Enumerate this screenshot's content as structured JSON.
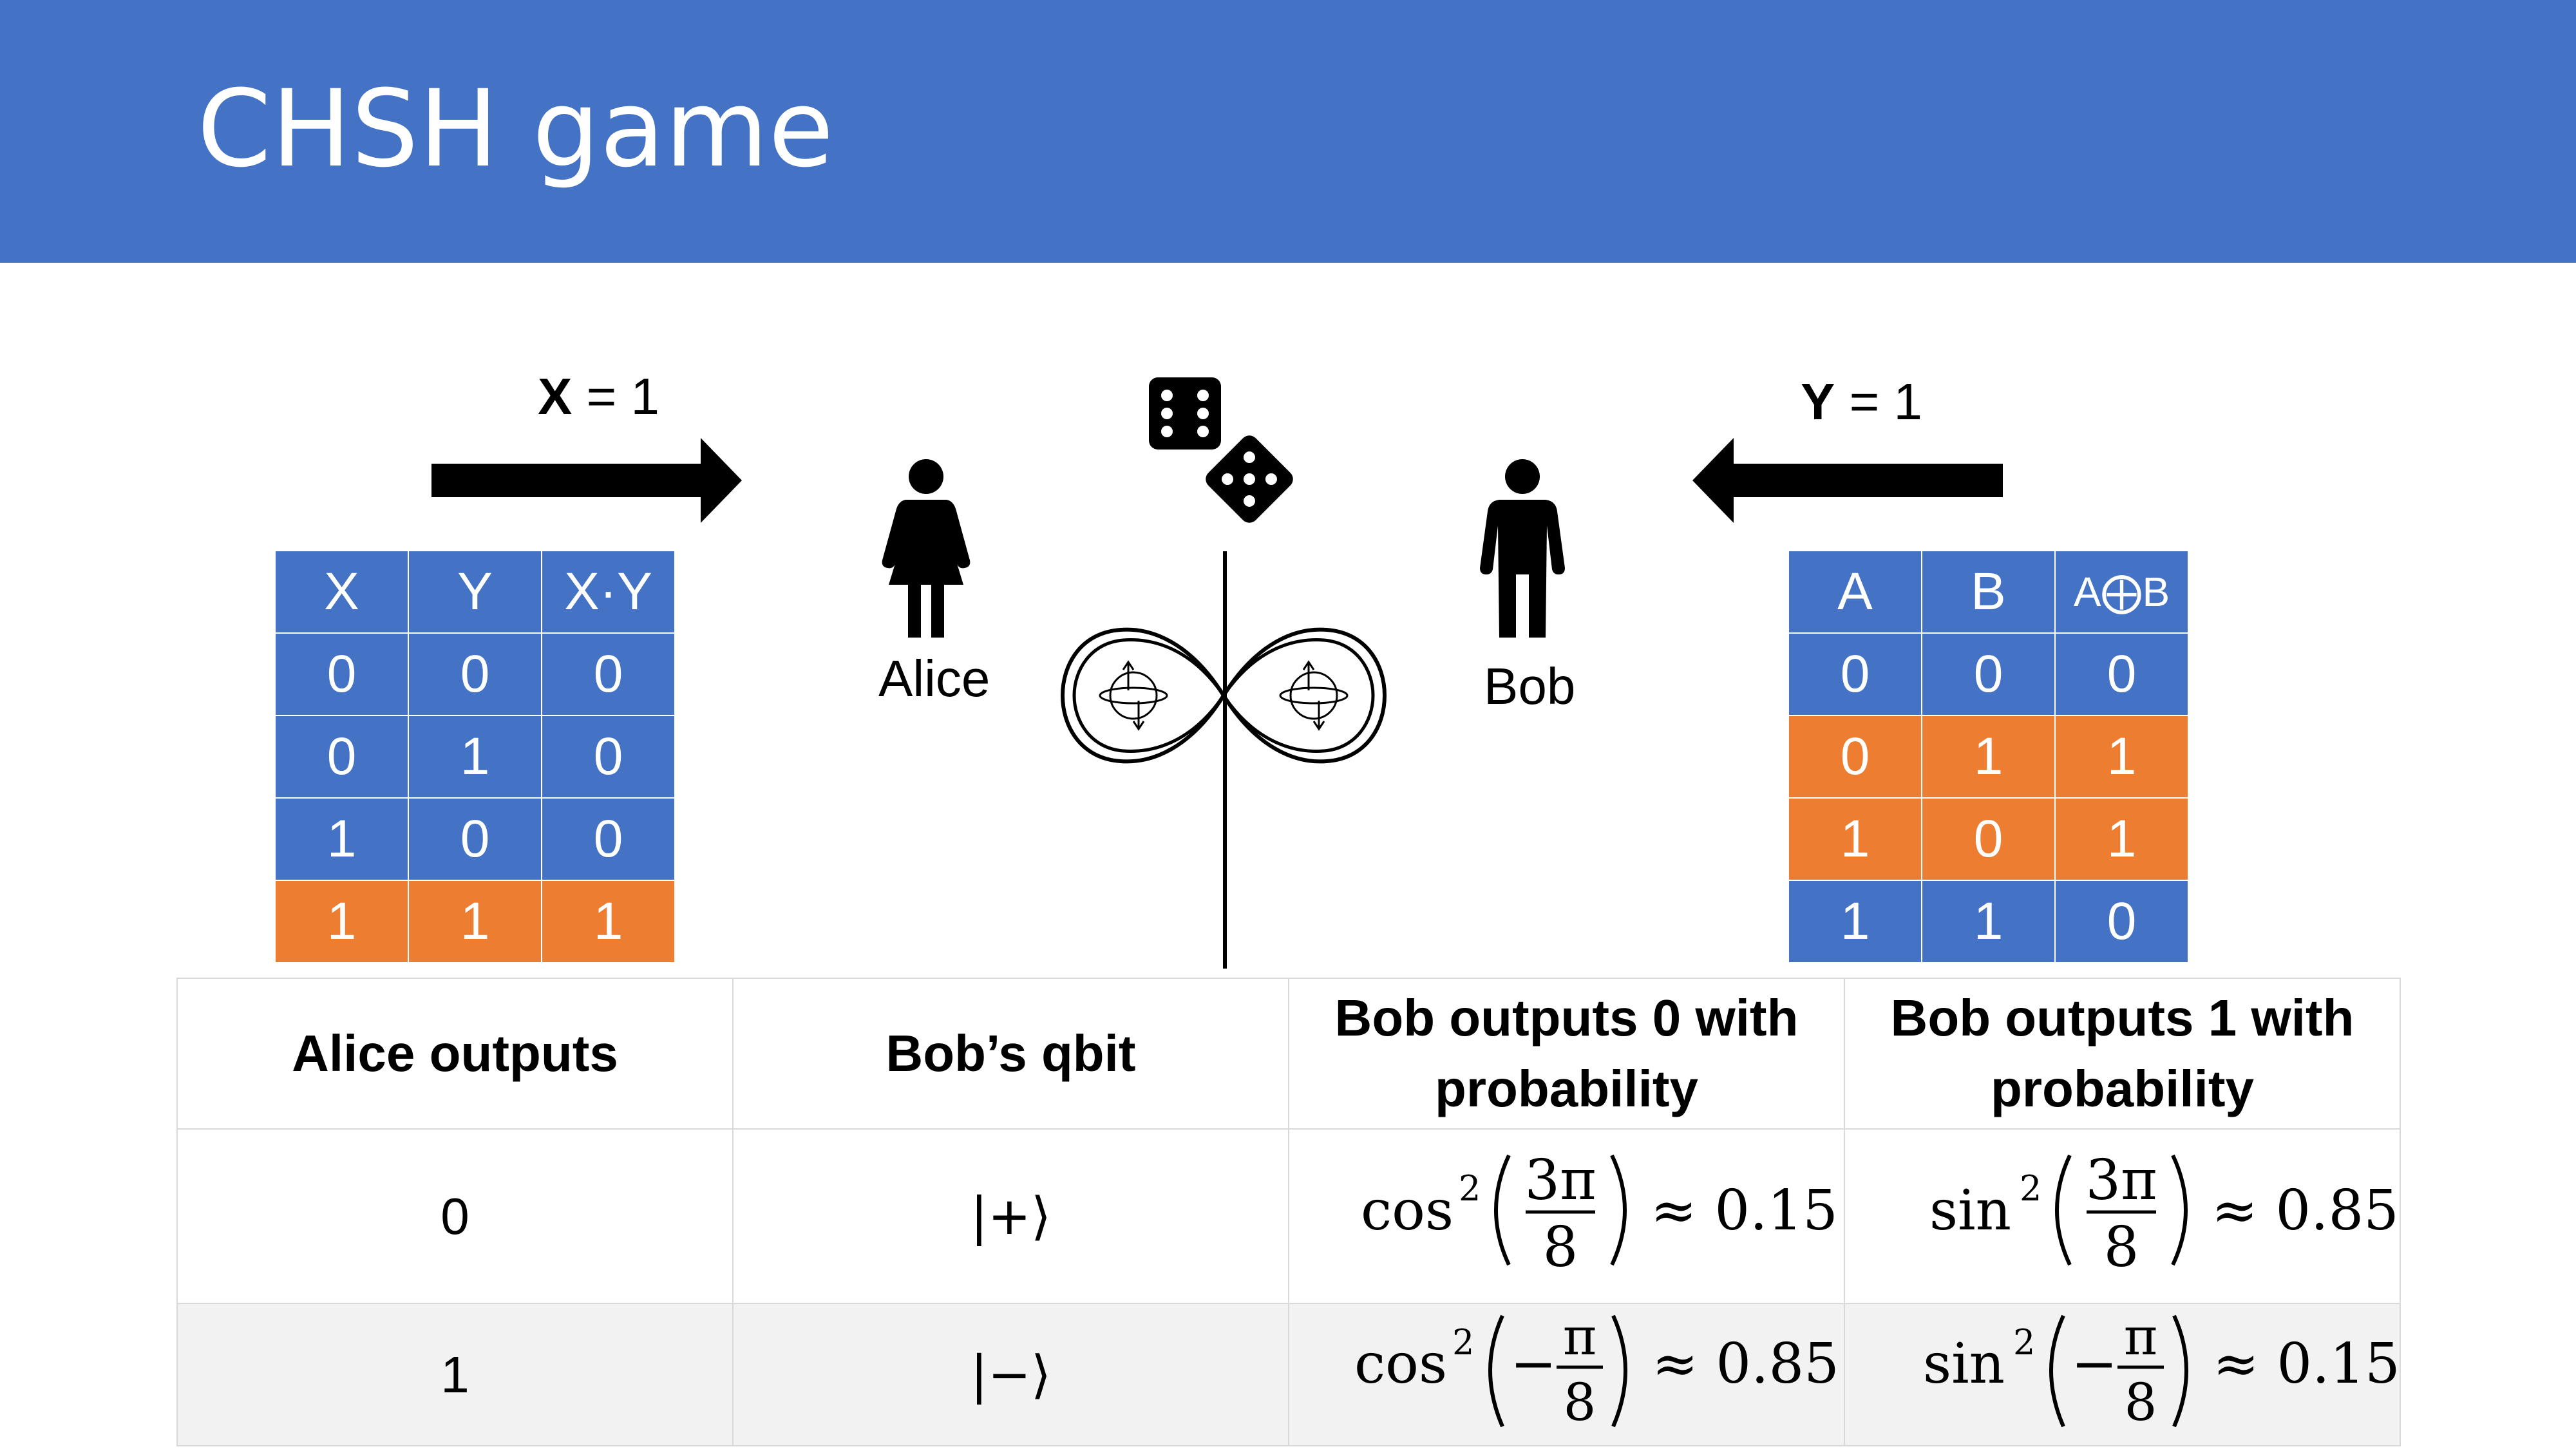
{
  "slide": {
    "title": "CHSH game"
  },
  "labels": {
    "x_var": "X",
    "x_val": "= 1",
    "y_var": "Y",
    "y_val": "= 1",
    "alice": "Alice",
    "bob": "Bob"
  },
  "table_xy": {
    "headers": [
      "X",
      "Y",
      "X·Y"
    ],
    "rows": [
      [
        "0",
        "0",
        "0"
      ],
      [
        "0",
        "1",
        "0"
      ],
      [
        "1",
        "0",
        "0"
      ],
      [
        "1",
        "1",
        "1"
      ]
    ],
    "highlighted_row": 3
  },
  "table_ab": {
    "headers": [
      "A",
      "B",
      "A⨁B"
    ],
    "rows": [
      [
        "0",
        "0",
        "0"
      ],
      [
        "0",
        "1",
        "1"
      ],
      [
        "1",
        "0",
        "1"
      ],
      [
        "1",
        "1",
        "0"
      ]
    ],
    "highlighted_rows": [
      1,
      2
    ]
  },
  "prob_table": {
    "headers": [
      "Alice outputs",
      "Bob’s qbit",
      "Bob outputs 0 with probability",
      "Bob outputs 1 with probability"
    ],
    "rows": [
      {
        "alice": "0",
        "qbit": "|+⟩",
        "p0_fn": "cos",
        "p0_arg_num": "3π",
        "p0_arg_den": "8",
        "p0_val": "≈ 0.15",
        "p1_fn": "sin",
        "p1_arg_num": "3π",
        "p1_arg_den": "8",
        "p1_val": "≈ 0.85"
      },
      {
        "alice": "1",
        "qbit": "|−⟩",
        "p0_fn": "cos",
        "p0_arg_num": "π",
        "p0_arg_den": "8",
        "p0_val": "≈ 0.85",
        "p1_fn": "sin",
        "p1_arg_num": "π",
        "p1_arg_den": "8",
        "p1_val": "≈ 0.15"
      }
    ]
  },
  "icons": [
    "arrow-right-icon",
    "arrow-left-icon",
    "dice-icon",
    "woman-icon",
    "man-icon",
    "entanglement-icon"
  ],
  "colors": {
    "header_blue": "#4472c4",
    "cell_blue": "#4472c4",
    "cell_orange": "#ed7d31"
  }
}
